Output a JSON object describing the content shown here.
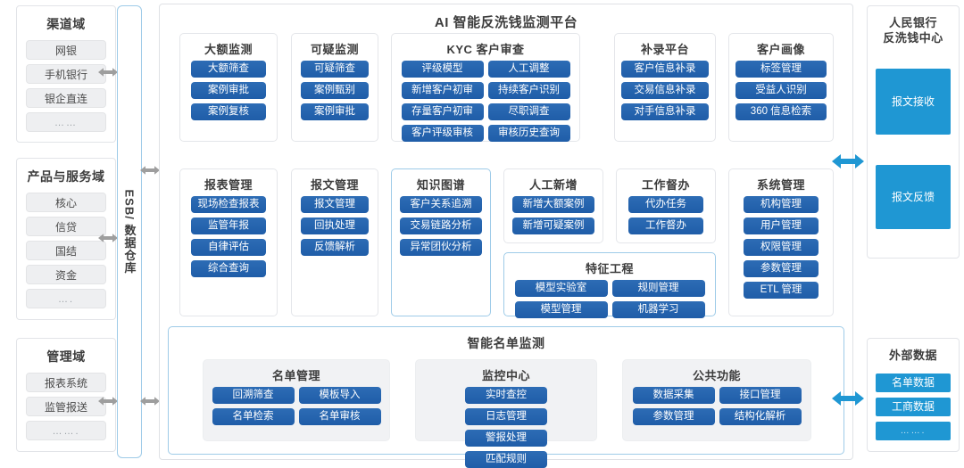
{
  "left_domains": [
    {
      "title": "渠道域",
      "items": [
        "网银",
        "手机银行",
        "银企直连",
        "……"
      ]
    },
    {
      "title": "产品与服务域",
      "items": [
        "核心",
        "信贷",
        "国结",
        "资金",
        "…."
      ]
    },
    {
      "title": "管理域",
      "items": [
        "报表系统",
        "监管报送",
        "……."
      ]
    }
  ],
  "esb": {
    "label": "ESB/ 数据仓库"
  },
  "platform": {
    "title": "AI 智能反洗钱监测平台",
    "row1": [
      {
        "title": "大额监测",
        "buttons": [
          "大额筛查",
          "案例审批",
          "案例复核"
        ]
      },
      {
        "title": "可疑监测",
        "buttons": [
          "可疑筛查",
          "案例甄别",
          "案例审批"
        ]
      },
      {
        "title": "KYC 客户审查",
        "buttons": [
          "评级模型",
          "人工调整",
          "新增客户初审",
          "持续客户识别",
          "存量客户初审",
          "尽职调查",
          "客户评级审核",
          "审核历史查询"
        ]
      },
      {
        "title": "补录平台",
        "buttons": [
          "客户信息补录",
          "交易信息补录",
          "对手信息补录"
        ]
      },
      {
        "title": "客户画像",
        "buttons": [
          "标签管理",
          "受益人识别",
          "360 信息检索"
        ]
      }
    ],
    "row2": [
      {
        "title": "报表管理",
        "buttons": [
          "现场检查报表",
          "监管年报",
          "自律评估",
          "综合查询"
        ]
      },
      {
        "title": "报文管理",
        "buttons": [
          "报文管理",
          "回执处理",
          "反馈解析"
        ]
      },
      {
        "title": "知识图谱",
        "buttons": [
          "客户关系追溯",
          "交易链路分析",
          "异常团伙分析"
        ]
      },
      {
        "title": "人工新增",
        "buttons": [
          "新增大额案例",
          "新增可疑案例"
        ]
      },
      {
        "title": "工作督办",
        "buttons": [
          "代办任务",
          "工作督办"
        ]
      },
      {
        "title": "特征工程",
        "buttons": [
          "模型实验室",
          "规则管理",
          "模型管理",
          "机器学习"
        ]
      },
      {
        "title": "系统管理",
        "buttons": [
          "机构管理",
          "用户管理",
          "权限管理",
          "参数管理",
          "ETL 管理"
        ]
      }
    ]
  },
  "list_group": {
    "title": "智能名单监测",
    "boxes": [
      {
        "title": "名单管理",
        "buttons": [
          "回溯筛查",
          "模板导入",
          "名单检索",
          "名单审核"
        ]
      },
      {
        "title": "监控中心",
        "buttons": [
          "实时查控",
          "日志管理",
          "警报处理",
          "匹配规则"
        ]
      },
      {
        "title": "公共功能",
        "buttons": [
          "数据采集",
          "接口管理",
          "参数管理",
          "结构化解析"
        ]
      }
    ]
  },
  "right_panels": [
    {
      "title": "人民银行\n反洗钱中心",
      "title_line1": "人民银行",
      "title_line2": "反洗钱中心",
      "blocks": [
        "报文接收",
        "报文反馈"
      ]
    },
    {
      "title": "外部数据",
      "blocks": [
        "名单数据",
        "工商数据",
        "……."
      ]
    }
  ],
  "colors": {
    "button_blue": "#1f5da8",
    "accent_blue": "#1f97d3",
    "border_blue": "#9ecbe8",
    "gray_chip": "#eeeff1",
    "gray_arrow": "#9e9e9e"
  }
}
